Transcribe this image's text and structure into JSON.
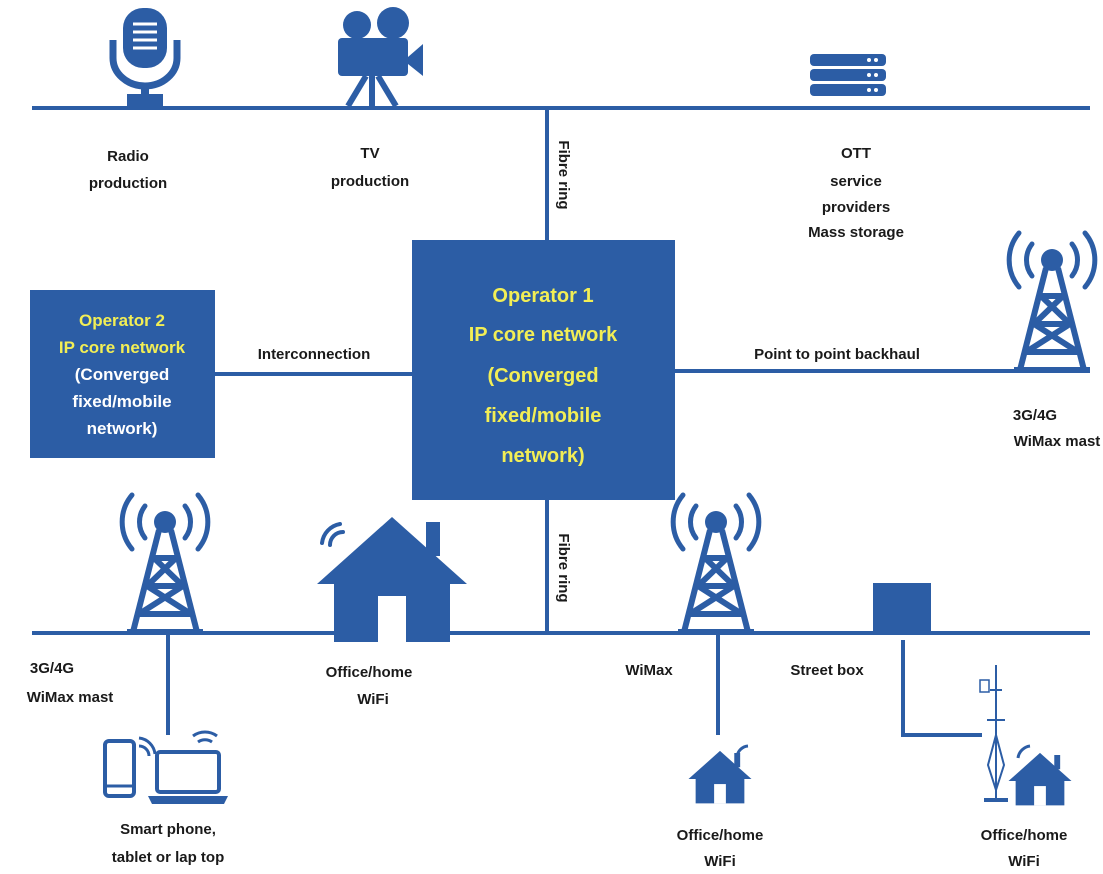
{
  "colors": {
    "primary": "#2c5da5",
    "title_yellow": "#f2ee55",
    "text_white": "#ffffff",
    "label": "#1a1a1a"
  },
  "icons": {
    "microphone": "microphone-icon",
    "camera": "video-camera-icon",
    "server": "server-stack-icon",
    "tower": "radio-mast-icon",
    "house": "house-icon",
    "phone": "smartphone-icon",
    "laptop": "laptop-icon",
    "street_box": "street-box-icon",
    "small_mast": "small-mast-icon"
  },
  "top": {
    "radio": [
      "Radio",
      "production"
    ],
    "tv": [
      "TV",
      "production"
    ],
    "ott": [
      "OTT",
      "service",
      "providers",
      "Mass storage"
    ]
  },
  "fibre_ring_top": "Fibre ring",
  "fibre_ring_bottom": "Fibre ring",
  "operator1": {
    "title": "Operator 1",
    "lines": [
      "IP core network",
      "(Converged",
      "fixed/mobile",
      "network)"
    ]
  },
  "operator2": {
    "title": "Operator 2",
    "lines": [
      "IP core network",
      "(Converged",
      "fixed/mobile",
      "network)"
    ]
  },
  "interconnection": "Interconnection",
  "backhaul": "Point to point backhaul",
  "right_mast": [
    "3G/4G",
    "WiMax mast"
  ],
  "bottom": {
    "left_mast": [
      "3G/4G",
      "WiMax mast"
    ],
    "office1": [
      "Office/home",
      "WiFi"
    ],
    "wimax": "WiMax",
    "street_box": "Street box",
    "devices": [
      "Smart phone,",
      "tablet or lap top"
    ],
    "office2": [
      "Office/home",
      "WiFi"
    ],
    "office3": [
      "Office/home",
      "WiFi"
    ]
  }
}
